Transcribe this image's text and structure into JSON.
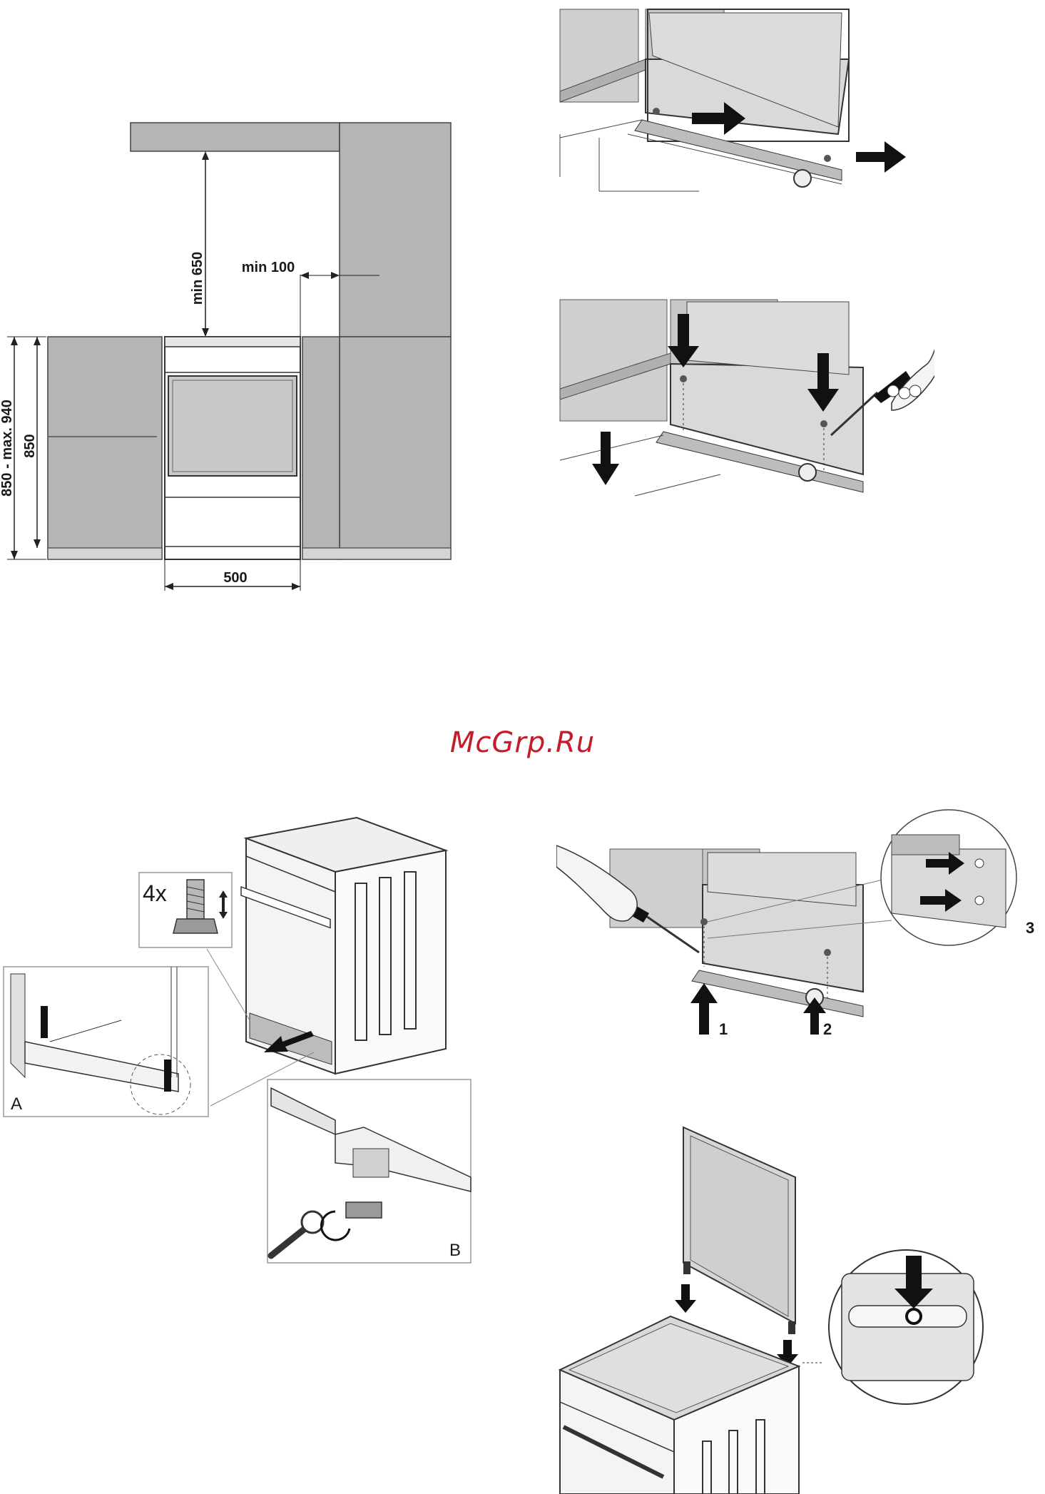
{
  "watermark": "McGrp.Ru",
  "dimensions": {
    "min_650": "min 650",
    "min_100": "min 100",
    "range_850_940": "850 - max. 940",
    "height_850": "850",
    "width_500": "500"
  },
  "labels": {
    "feet_count": "4x",
    "detail_a": "A",
    "detail_b": "B",
    "step_1": "1",
    "step_2": "2",
    "step_3": "3"
  },
  "icons": {
    "arrow": "arrow-icon",
    "screwdriver": "screwdriver-icon",
    "wrench": "wrench-icon",
    "adjustable_foot": "adjustable-foot-icon",
    "hinge": "lid-hinge-icon"
  },
  "colors": {
    "cabinet_gray": "#b5b5b5",
    "light_gray": "#d4d4d4",
    "line": "#2a2a2a",
    "watermark": "#c61b2a"
  }
}
